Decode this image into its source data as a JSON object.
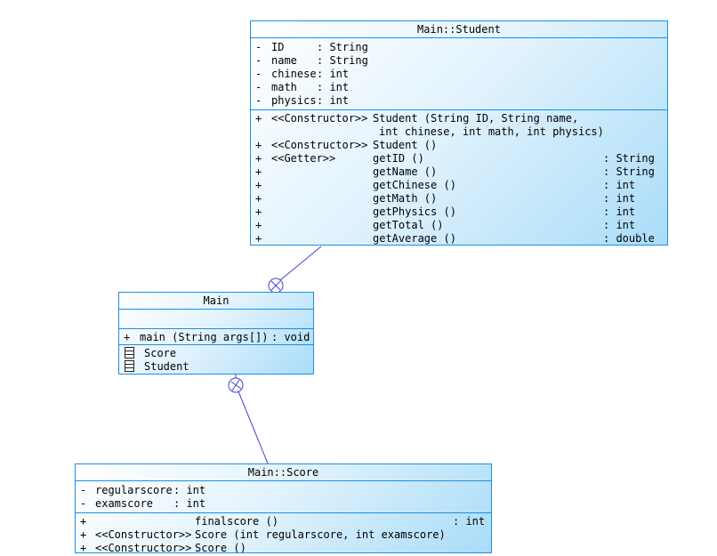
{
  "diagram": {
    "colors": {
      "box_border": "#1b8fe2",
      "box_fill_light": "#ffffff",
      "box_fill_dark": "#aadcf8",
      "connector": "#4343cc",
      "text": "#000000"
    },
    "classes": [
      {
        "title": "Main::Student",
        "fields": [
          {
            "vis": "-",
            "name": "ID",
            "type": "String"
          },
          {
            "vis": "-",
            "name": "name",
            "type": "String"
          },
          {
            "vis": "-",
            "name": "chinese",
            "type": "int"
          },
          {
            "vis": "-",
            "name": "math",
            "type": "int"
          },
          {
            "vis": "-",
            "name": "physics",
            "type": "int"
          }
        ],
        "methods": [
          {
            "vis": "+",
            "stereotype": "<<Constructor>>",
            "signature": "Student (String ID, String name,",
            "signature2": "int chinese, int math, int physics)",
            "returns": ""
          },
          {
            "vis": "+",
            "stereotype": "<<Constructor>>",
            "signature": "Student ()",
            "returns": ""
          },
          {
            "vis": "+",
            "stereotype": "<<Getter>>",
            "signature": "getID ()",
            "returns": "String"
          },
          {
            "vis": "+",
            "stereotype": "",
            "signature": "getName ()",
            "returns": "String"
          },
          {
            "vis": "+",
            "stereotype": "",
            "signature": "getChinese ()",
            "returns": "int"
          },
          {
            "vis": "+",
            "stereotype": "",
            "signature": "getMath ()",
            "returns": "int"
          },
          {
            "vis": "+",
            "stereotype": "",
            "signature": "getPhysics ()",
            "returns": "int"
          },
          {
            "vis": "+",
            "stereotype": "",
            "signature": "getTotal ()",
            "returns": "int"
          },
          {
            "vis": "+",
            "stereotype": "",
            "signature": "getAverage ()",
            "returns": "double"
          }
        ],
        "inner_classes": []
      },
      {
        "title": "Main",
        "fields": [],
        "methods": [
          {
            "vis": "+",
            "stereotype": "",
            "signature": "main (String args[])",
            "returns": "void"
          }
        ],
        "inner_classes": [
          "Score",
          "Student"
        ]
      },
      {
        "title": "Main::Score",
        "fields": [
          {
            "vis": "-",
            "name": "regularscore",
            "type": "int"
          },
          {
            "vis": "-",
            "name": "examscore",
            "type": "int"
          }
        ],
        "methods": [
          {
            "vis": "+",
            "stereotype": "",
            "signature": "finalscore ()",
            "returns": "int"
          },
          {
            "vis": "+",
            "stereotype": "<<Constructor>>",
            "signature": "Score (int regularscore, int examscore)",
            "returns": ""
          },
          {
            "vis": "+",
            "stereotype": "<<Constructor>>",
            "signature": "Score ()",
            "returns": ""
          }
        ],
        "inner_classes": []
      }
    ],
    "connectors": [
      {
        "from": "Main::Student",
        "to": "Main",
        "symbol": "circled-cross-containment"
      },
      {
        "from": "Main",
        "to": "Main::Score",
        "symbol": "circled-cross-containment"
      }
    ]
  }
}
